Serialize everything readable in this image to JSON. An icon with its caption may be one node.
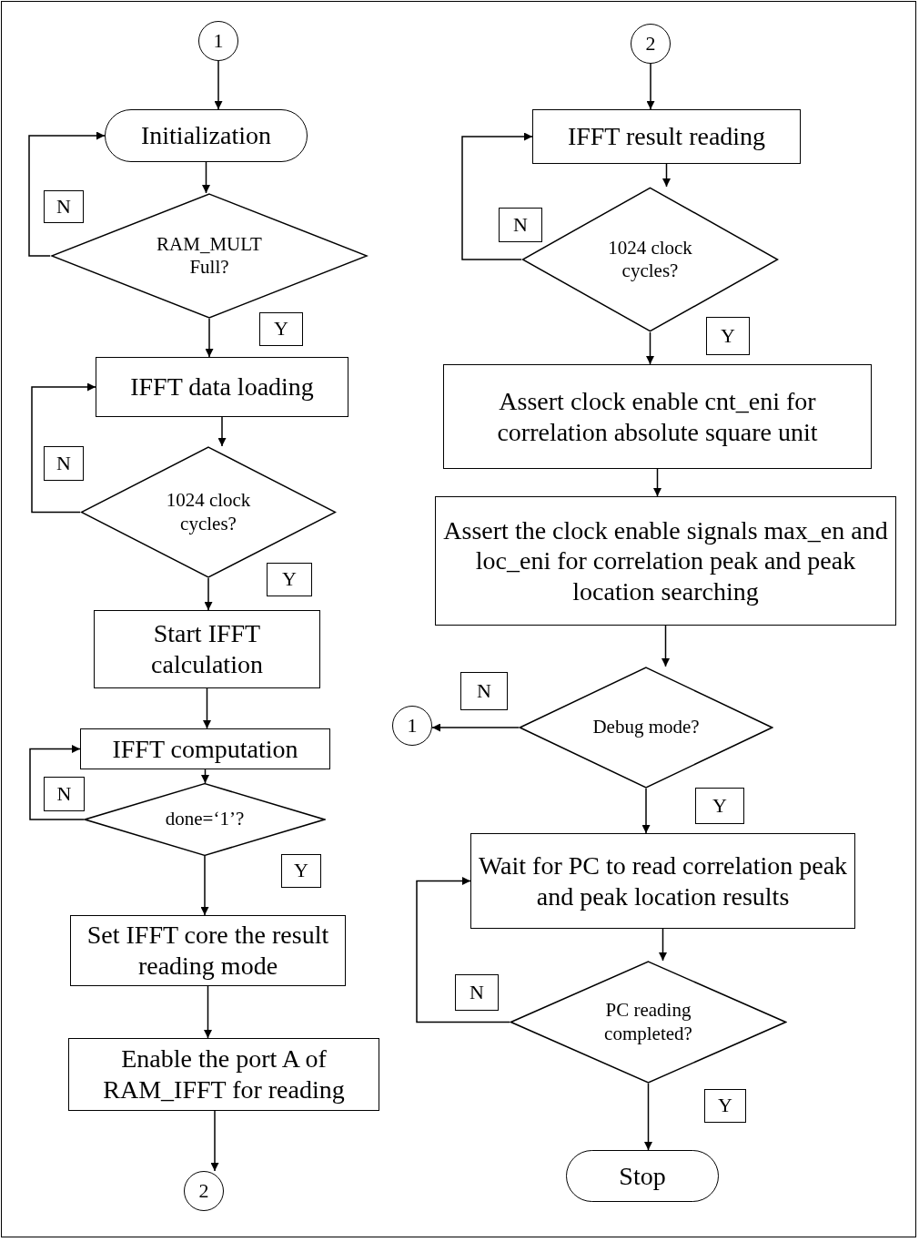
{
  "diagram": {
    "nodes": [
      {
        "text": [
          "1"
        ]
      },
      {
        "text": [
          "Initialization"
        ]
      },
      {
        "text": [
          "N"
        ]
      },
      {
        "text": [
          "RAM_MULT Full?"
        ]
      },
      {
        "text": [
          "Y"
        ]
      },
      {
        "text": [
          "IFFT data loading"
        ]
      },
      {
        "text": [
          "N"
        ]
      },
      {
        "text": [
          "1024 clock cycles?"
        ]
      },
      {
        "text": [
          "Y"
        ]
      },
      {
        "text": [
          "Start IFFT calculation"
        ]
      },
      {
        "text": [
          "IFFT computation"
        ]
      },
      {
        "text": [
          "N"
        ]
      },
      {
        "text": [
          "done=‘1’?"
        ]
      },
      {
        "text": [
          "Y"
        ]
      },
      {
        "text": [
          "Set IFFT core the result reading mode"
        ]
      },
      {
        "text": [
          "Enable the port A of RAM_IFFT for reading"
        ]
      },
      {
        "text": [
          "2"
        ]
      },
      {
        "text": [
          "2"
        ]
      },
      {
        "text": [
          "IFFT result reading"
        ]
      },
      {
        "text": [
          "N"
        ]
      },
      {
        "text": [
          "1024 clock cycles?"
        ]
      },
      {
        "text": [
          "Y"
        ]
      },
      {
        "text": [
          "Assert clock enable cnt_eni for correlation absolute square unit"
        ]
      },
      {
        "text": [
          "Assert the clock enable signals max_en and loc_eni for correlation peak and peak location searching"
        ]
      },
      {
        "text": [
          "N"
        ]
      },
      {
        "text": [
          "1"
        ]
      },
      {
        "text": [
          "Debug mode?"
        ]
      },
      {
        "text": [
          "Y"
        ]
      },
      {
        "text": [
          "Wait for PC to read correlation peak and peak location results"
        ]
      },
      {
        "text": [
          "N"
        ]
      },
      {
        "text": [
          "PC reading completed?"
        ]
      },
      {
        "text": [
          "Y"
        ]
      },
      {
        "text": [
          "Stop"
        ]
      }
    ],
    "edges": [
      {
        "from": 0,
        "to": 1,
        "arrow": "to"
      },
      {
        "from": 1,
        "to": 3,
        "arrow": "to"
      },
      {
        "from": 3,
        "to": 1,
        "arrow": "to"
      },
      {
        "from": 3,
        "to": 5,
        "arrow": "to"
      },
      {
        "from": 5,
        "to": 7,
        "arrow": "to"
      },
      {
        "from": 7,
        "to": 5,
        "arrow": "to"
      },
      {
        "from": 7,
        "to": 9,
        "arrow": "to"
      },
      {
        "from": 9,
        "to": 10,
        "arrow": "to"
      },
      {
        "from": 10,
        "to": 12,
        "arrow": "to"
      },
      {
        "from": 12,
        "to": 10,
        "arrow": "to"
      },
      {
        "from": 12,
        "to": 14,
        "arrow": "to"
      },
      {
        "from": 14,
        "to": 15,
        "arrow": "to"
      },
      {
        "from": 15,
        "to": 16,
        "arrow": "to"
      },
      {
        "from": 17,
        "to": 18,
        "arrow": "to"
      },
      {
        "from": 18,
        "to": 20,
        "arrow": "to"
      },
      {
        "from": 20,
        "to": 18,
        "arrow": "to"
      },
      {
        "from": 20,
        "to": 22,
        "arrow": "to"
      },
      {
        "from": 22,
        "to": 23,
        "arrow": "to"
      },
      {
        "from": 23,
        "to": 26,
        "arrow": "to"
      },
      {
        "from": 26,
        "to": 25,
        "arrow": "to"
      },
      {
        "from": 26,
        "to": 28,
        "arrow": "to"
      },
      {
        "from": 28,
        "to": 30,
        "arrow": "to"
      },
      {
        "from": 30,
        "to": 28,
        "arrow": "to"
      },
      {
        "from": 30,
        "to": 32,
        "arrow": "to"
      }
    ]
  }
}
